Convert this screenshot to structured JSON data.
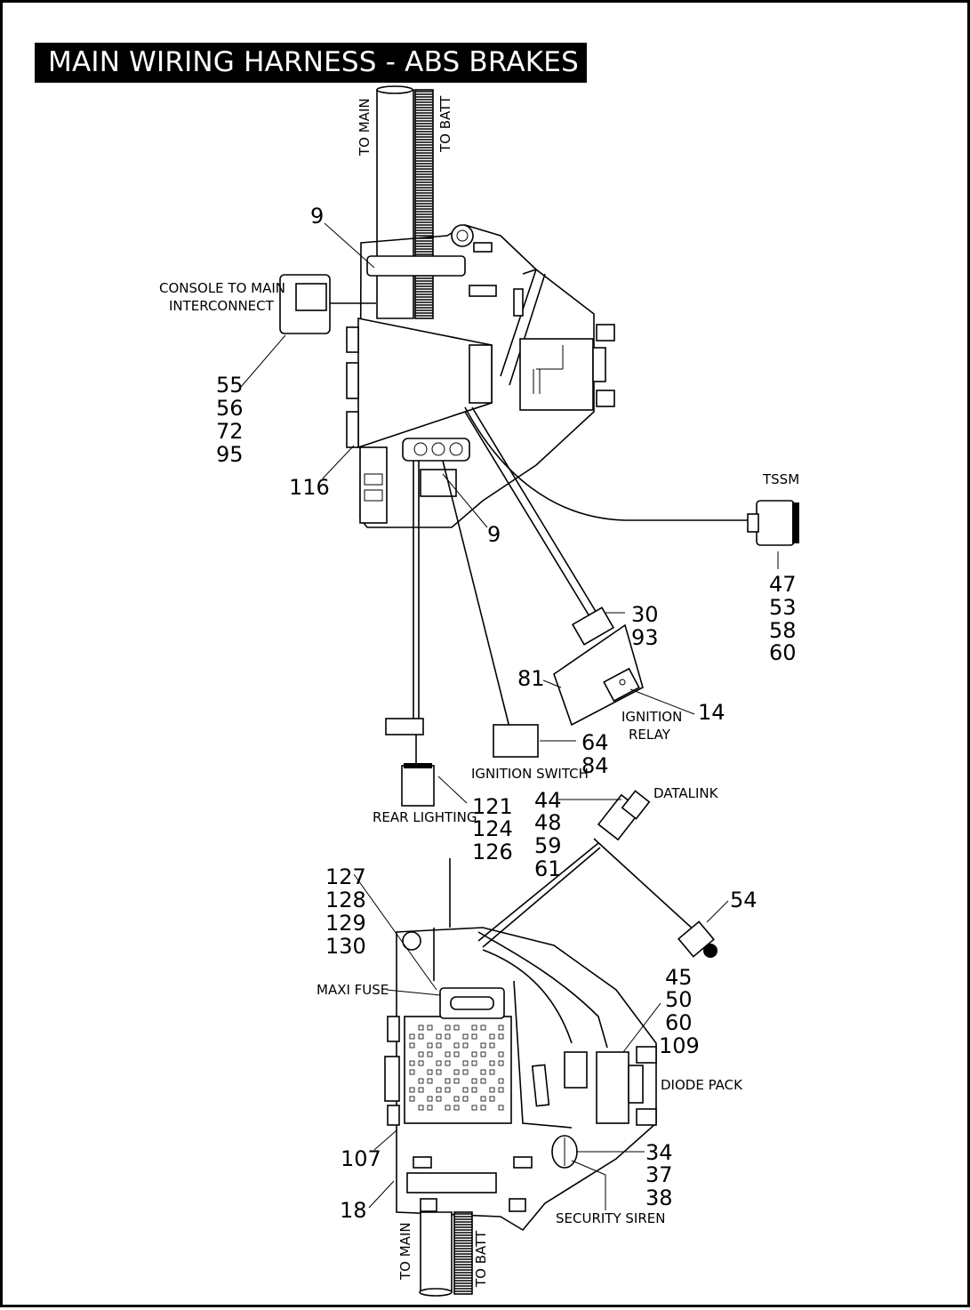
{
  "title": "MAIN WIRING HARNESS - ABS BRAKES",
  "labels": {
    "to_main_top": "TO MAIN",
    "to_batt_top": "TO BATT",
    "console_line1": "CONSOLE TO MAIN",
    "console_line2": "INTERCONNECT",
    "tssm": "TSSM",
    "ignition_relay_line1": "IGNITION",
    "ignition_relay_line2": "RELAY",
    "ignition_switch": "IGNITION SWITCH",
    "rear_lighting": "REAR LIGHTING",
    "datalink": "DATALINK",
    "maxi_fuse": "MAXI FUSE",
    "diode_pack": "DIODE PACK",
    "security_siren": "SECURITY SIREN",
    "to_main_bottom": "TO MAIN",
    "to_batt_bottom": "TO BATT"
  },
  "callouts": {
    "c9a": "9",
    "c55": "55",
    "c56": "56",
    "c72": "72",
    "c95": "95",
    "c116": "116",
    "c9b": "9",
    "c47": "47",
    "c53": "53",
    "c58": "58",
    "c60a": "60",
    "c30": "30",
    "c93": "93",
    "c81": "81",
    "c14": "14",
    "c64": "64",
    "c84": "84",
    "c121": "121",
    "c124": "124",
    "c126": "126",
    "c44": "44",
    "c48": "48",
    "c59": "59",
    "c61": "61",
    "c127": "127",
    "c128": "128",
    "c129": "129",
    "c130": "130",
    "c54": "54",
    "c45": "45",
    "c50": "50",
    "c60b": "60",
    "c109": "109",
    "c107": "107",
    "c34": "34",
    "c37": "37",
    "c38": "38",
    "c18": "18"
  }
}
